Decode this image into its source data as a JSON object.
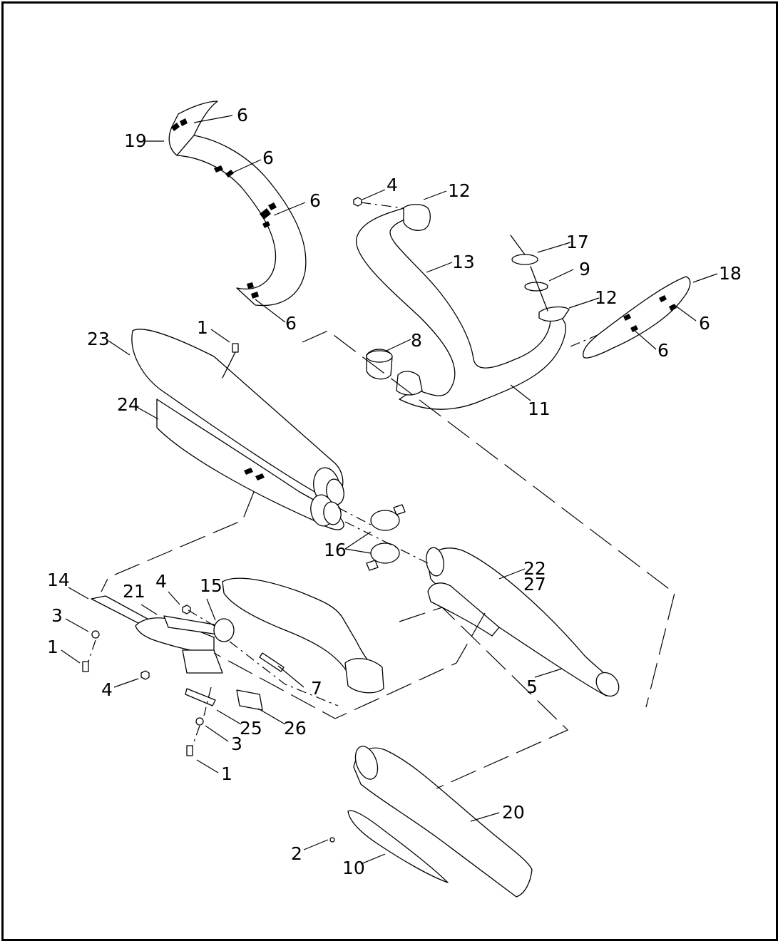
{
  "callouts": [
    "1",
    "2",
    "3",
    "4",
    "5",
    "6",
    "7",
    "8",
    "9",
    "10",
    "11",
    "12",
    "13",
    "14",
    "15",
    "16",
    "17",
    "18",
    "19",
    "20",
    "21",
    "22",
    "23",
    "24",
    "25",
    "26",
    "27"
  ],
  "colors": {
    "ink": "#000000",
    "paper": "#ffffff"
  }
}
